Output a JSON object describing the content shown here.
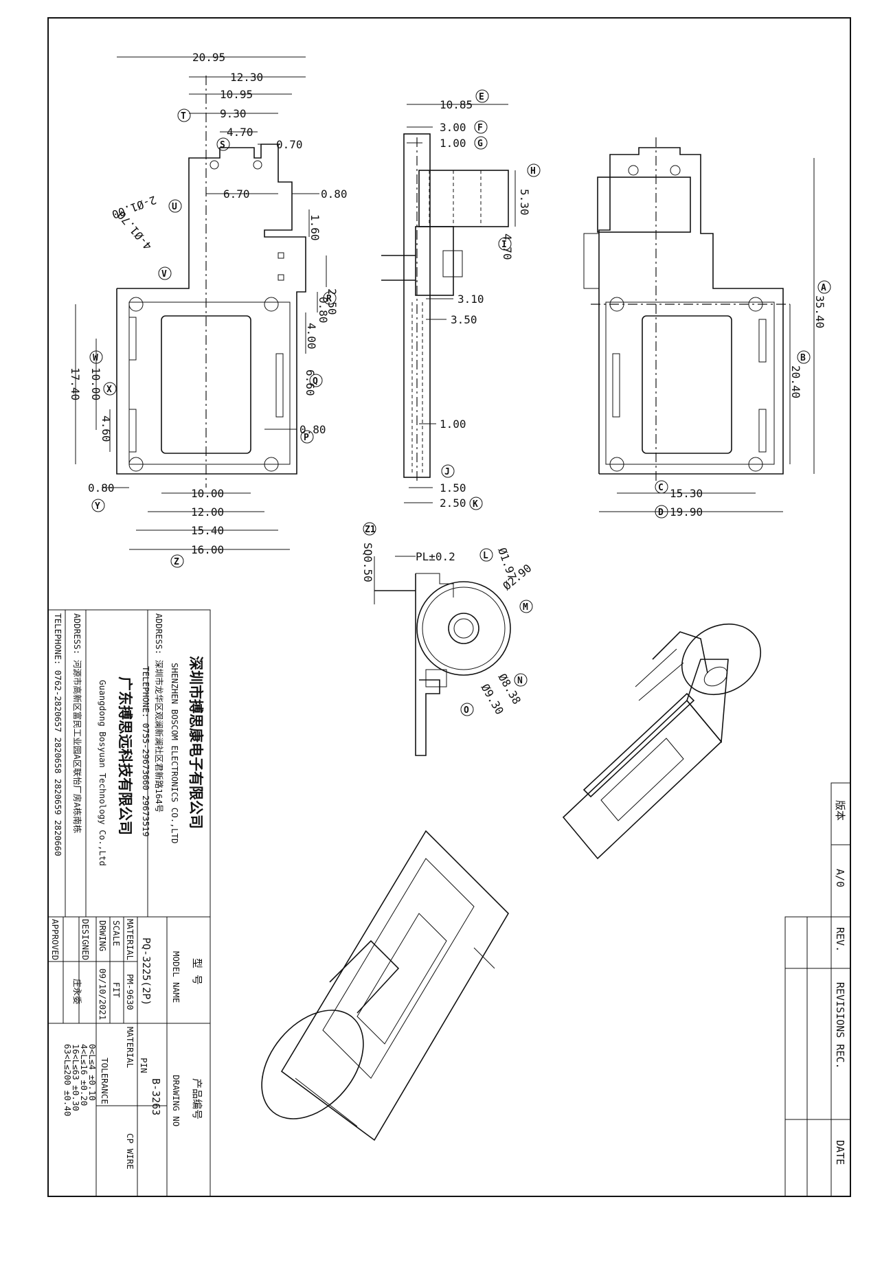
{
  "dims": {
    "d2095": "20.95",
    "d1230": "12.30",
    "d1095": "10.95",
    "d930": "9.30",
    "d470": "4.70",
    "d070": "0.70",
    "d670": "6.70",
    "d080a": "0.80",
    "d160": "1.60",
    "d250": "2.50",
    "d080b": "0.80",
    "d400": "4.00",
    "d660": "6.60",
    "d080c": "0.80",
    "d1740": "17.40",
    "d1000v": "10.00",
    "d460": "4.60",
    "d080d": "0.80",
    "d1000h": "10.00",
    "d1200": "12.00",
    "d1540": "15.40",
    "d1600": "16.00",
    "hole2": "2-Ø1.00",
    "hole4": "4-Ø1.70",
    "d1085": "10.85",
    "d300": "3.00",
    "d100a": "1.00",
    "d530": "5.30",
    "d470b": "4.70",
    "d310": "3.10",
    "d350": "3.50",
    "d100b": "1.00",
    "d150": "1.50",
    "d250b": "2.50",
    "d3540": "35.40",
    "d2040": "20.40",
    "d1530": "15.30",
    "d1990": "19.90",
    "sq": "SQ0.50",
    "pl": "PL±0.2",
    "phi197": "Ø1.97",
    "phi290": "Ø2.90",
    "phi838": "Ø8.38",
    "phi930": "Ø9.30"
  },
  "markers": {
    "A": "A",
    "B": "B",
    "C": "C",
    "D": "D",
    "E": "E",
    "F": "F",
    "G": "G",
    "H": "H",
    "I": "I",
    "J": "J",
    "K": "K",
    "L": "L",
    "M": "M",
    "N": "N",
    "O": "O",
    "P": "P",
    "Q": "Q",
    "R": "R",
    "S": "S",
    "T": "T",
    "U": "U",
    "V": "V",
    "W": "W",
    "X": "X",
    "Y": "Y",
    "Z": "Z",
    "Z1": "Z1"
  },
  "title_block": {
    "company_cn": "深圳市搏思康电子有限公司",
    "company_en": "SHENZHEN BOSCOM ELECTRONICS CO.,LTD",
    "address1": "ADDRESS: 深圳市龙华区观澜新澜社区君新路164号",
    "telephone1": "TELEPHONE: 0755-29673660 29673519",
    "company2_cn": "广东搏思远科技有限公司",
    "company2_en": "Guangdong Bosyuan Technology Co.,Ltd",
    "address2": "ADDRESS: 河源市高新区富民工业园A区联怡厂房A栋南栋",
    "telephone2": "TELEPHONE: 0762-2820657 2820658 2820659 2820660",
    "model_label_cn": "型 号",
    "model_label": "MODEL NAME",
    "model_value": "PQ-3225(2P)",
    "material_label": "MATERIAL",
    "material_value": "PM-9630",
    "scale_label": "SCALE",
    "scale_value": "FIT",
    "drawing_label": "DRWING",
    "drawing_value": "09/10/2021",
    "designed_label": "DESIGNED",
    "designed_value": "庄永委",
    "approved_label": "APPROVED",
    "approved_value": "",
    "drawing_no_label_cn": "产品编号",
    "drawing_no_label": "DRAWING NO",
    "drawing_no_value": "B-3263",
    "pin_label": "PIN",
    "pin_material_label": "MATERIAL",
    "pin_material_value": "CP WIRE",
    "tolerance_label": "TOLERANCE",
    "tol1": "0<L≤4    ±0.10",
    "tol2": "4<L≤16   ±0.20",
    "tol3": "16<L≤63  ±0.30",
    "tol4": "63<L≤200 ±0.40"
  },
  "revisions": {
    "version_label": "版本",
    "version_value": "A/0",
    "rev_label": "REV.",
    "rec_label": "REVISIONS REC.",
    "date_label": "DATE"
  }
}
